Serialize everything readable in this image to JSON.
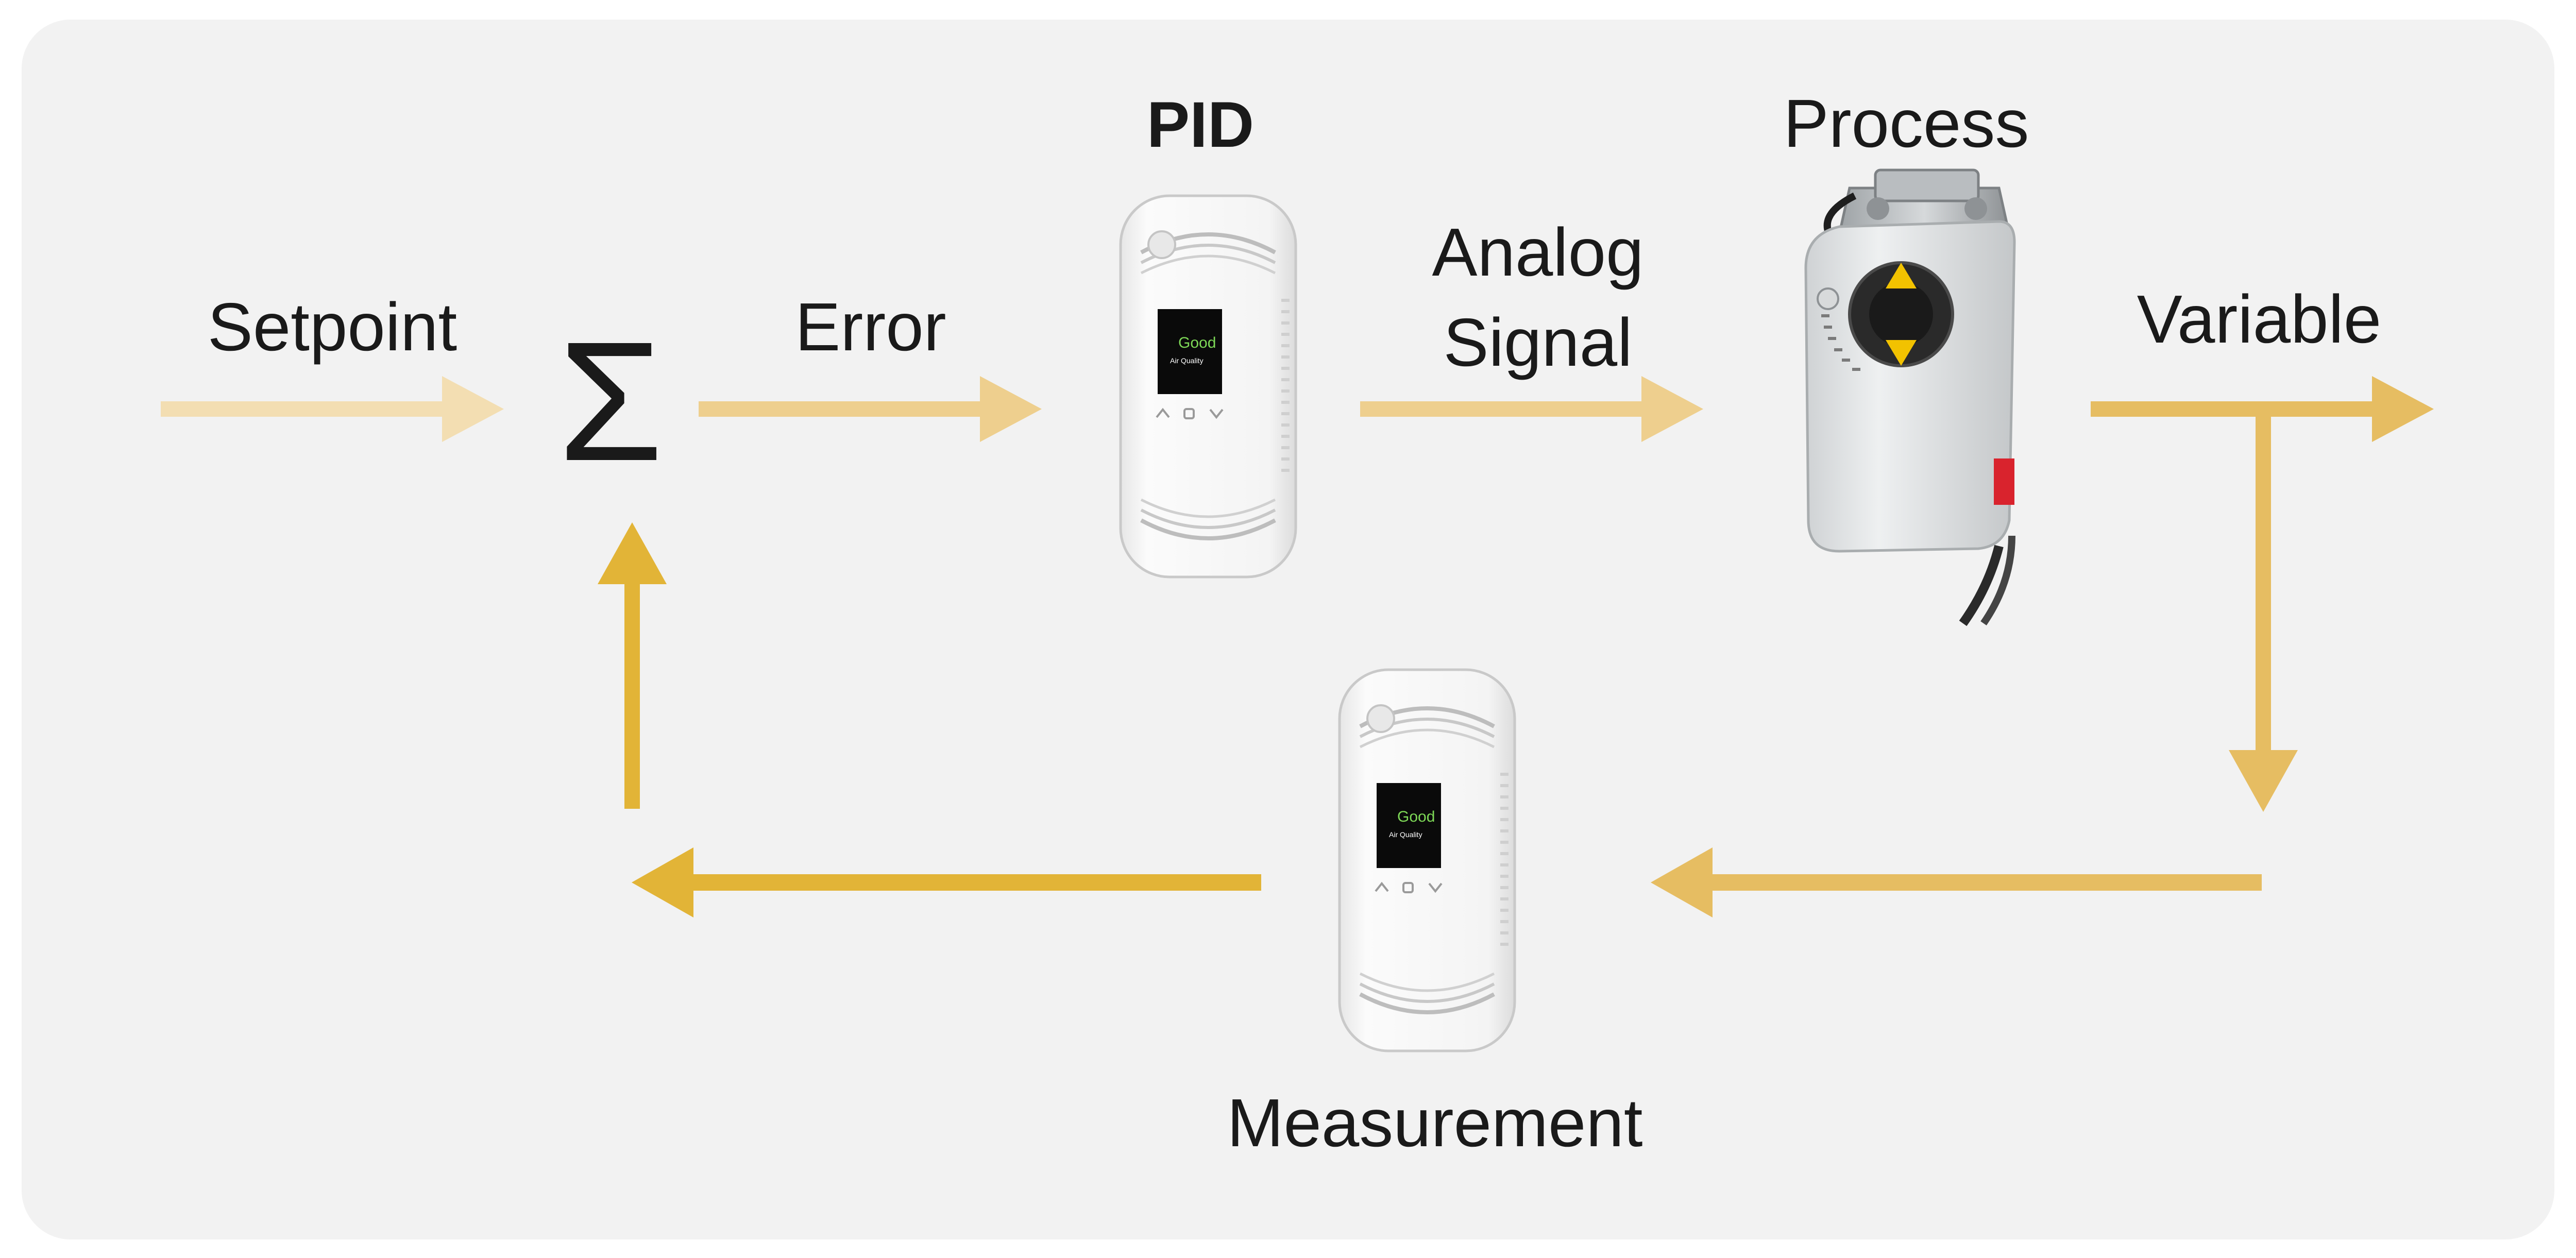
{
  "diagram": {
    "labels": {
      "setpoint": "Setpoint",
      "sum_symbol": "Σ",
      "error": "Error",
      "pid": "PID",
      "analog_line1": "Analog",
      "analog_line2": "Signal",
      "process": "Process",
      "variable": "Variable",
      "measurement": "Measurement"
    },
    "device_screen": {
      "status_word": "Good",
      "status_caption": "Air Quality"
    },
    "colors": {
      "panel_bg": "#f2f2f2",
      "arrow_faint": "#f3deb2",
      "arrow_light": "#eecf8e",
      "arrow_mid": "#e6bd62",
      "arrow_strong": "#e2b437",
      "device_body": "#f4f4f4",
      "screen_green": "#7ed957",
      "actuator_knob_yellow": "#f2c200",
      "actuator_red": "#d9232d"
    }
  }
}
